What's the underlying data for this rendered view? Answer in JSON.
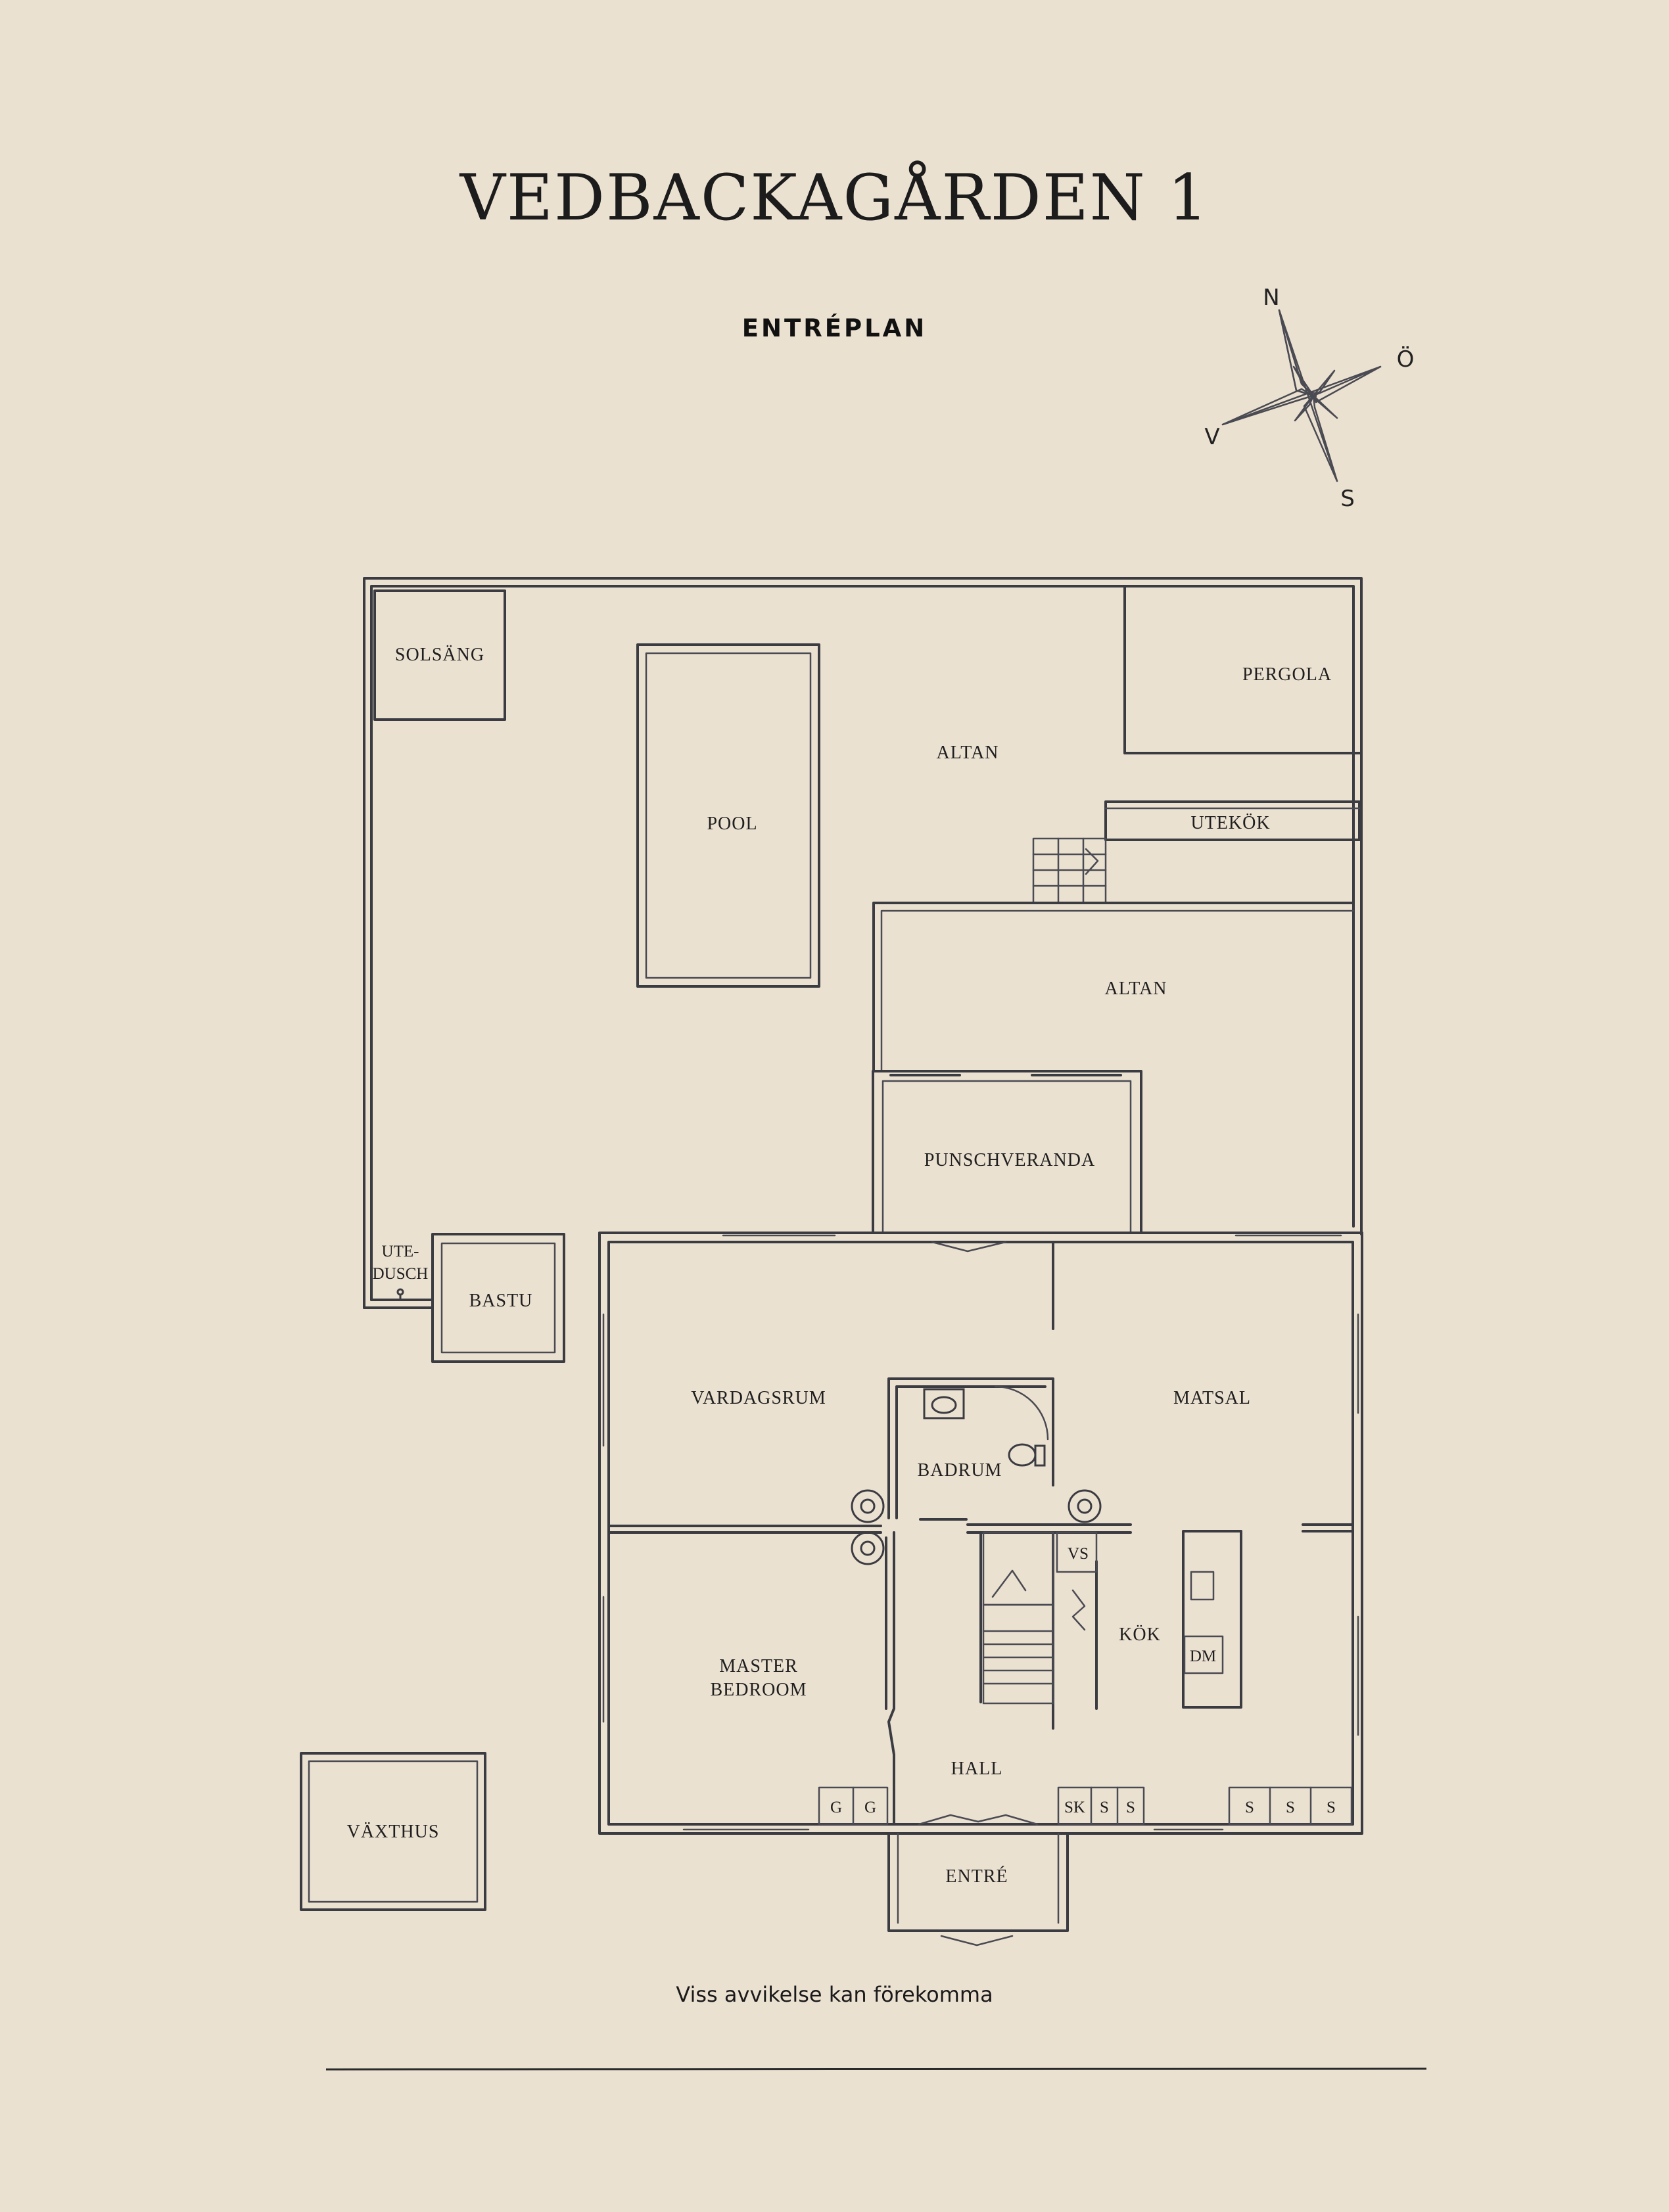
{
  "title": "VEDBACKAGÅRDEN 1",
  "subtitle": "ENTRÉPLAN",
  "disclaimer": "Viss avvikelse kan förekomma",
  "compass": {
    "north": "N",
    "east": "Ö",
    "south": "S",
    "west": "V"
  },
  "rooms": {
    "solsang": "SOLSÄNG",
    "pool": "POOL",
    "altan_upper": "ALTAN",
    "pergola": "PERGOLA",
    "utekok": "UTEKÖK",
    "altan_lower": "ALTAN",
    "punschveranda": "PUNSCHVERANDA",
    "utedusch_1": "UTE-",
    "utedusch_2": "DUSCH",
    "bastu": "BASTU",
    "vardagsrum": "VARDAGSRUM",
    "badrum": "BADRUM",
    "matsal": "MATSAL",
    "vs": "VS",
    "kok": "KÖK",
    "dm": "DM",
    "master_1": "MASTER",
    "master_2": "BEDROOM",
    "hall": "HALL",
    "vaxthus": "VÄXTHUS",
    "entre": "ENTRÉ"
  },
  "storage": {
    "g1": "G",
    "g2": "G",
    "sk": "SK",
    "s1": "S",
    "s2": "S",
    "s3": "S",
    "s4": "S",
    "s5": "S"
  },
  "colors": {
    "background": "#ebe1d1",
    "ink": "#3b3b42"
  }
}
